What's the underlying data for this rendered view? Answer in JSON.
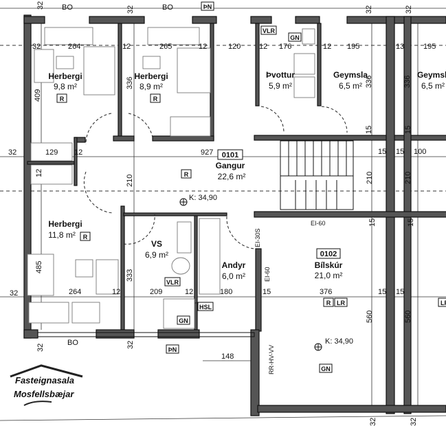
{
  "plan": {
    "rooms": [
      {
        "id": "herbergi-1",
        "name": "Herbergi",
        "area": "9,8 m²",
        "tag": "R"
      },
      {
        "id": "herbergi-2",
        "name": "Herbergi",
        "area": "8,9 m²",
        "tag": "R"
      },
      {
        "id": "thvottur",
        "name": "Þvottur",
        "area": "5,9 m²"
      },
      {
        "id": "geymsla-1",
        "name": "Geymsla",
        "area": "6,5 m²"
      },
      {
        "id": "geymsla-2",
        "name": "Geymsla",
        "area": "6,5 m²"
      },
      {
        "id": "gangur",
        "name": "Gangur",
        "area": "22,6 m²",
        "number": "0101",
        "tag": "R"
      },
      {
        "id": "herbergi-3",
        "name": "Herbergi",
        "area": "11,8 m²",
        "tag": "R"
      },
      {
        "id": "vs",
        "name": "VS",
        "area": "6,9 m²"
      },
      {
        "id": "andyr",
        "name": "Andyr",
        "area": "6,0 m²"
      },
      {
        "id": "bilskur",
        "name": "Bílskúr",
        "area": "21,0 m²",
        "number": "0102"
      }
    ],
    "labels": {
      "bo": "BO",
      "pn": "ÞN",
      "vlr": "VLR",
      "gn": "GN",
      "hsl": "HSL",
      "r": "R",
      "lr": "LR",
      "elevation": "K: 34,90",
      "ei60": "EI-60",
      "ei30s": "EI-30S",
      "rrhvvv": "RR-HV-VV"
    },
    "dims": [
      "32",
      "264",
      "12",
      "265",
      "12",
      "120",
      "12",
      "176",
      "12",
      "195",
      "13",
      "195",
      "409",
      "336",
      "336",
      "336",
      "129",
      "12",
      "927",
      "210",
      "210",
      "15",
      "15",
      "15",
      "15",
      "100",
      "485",
      "333",
      "264",
      "12",
      "209",
      "12",
      "180",
      "15",
      "376",
      "15",
      "15",
      "560",
      "560",
      "148",
      "32",
      "32",
      "32",
      "32",
      "15",
      "15"
    ]
  },
  "logo": {
    "line1": "Fasteignasala",
    "line2": "Mosfellsbæjar"
  }
}
